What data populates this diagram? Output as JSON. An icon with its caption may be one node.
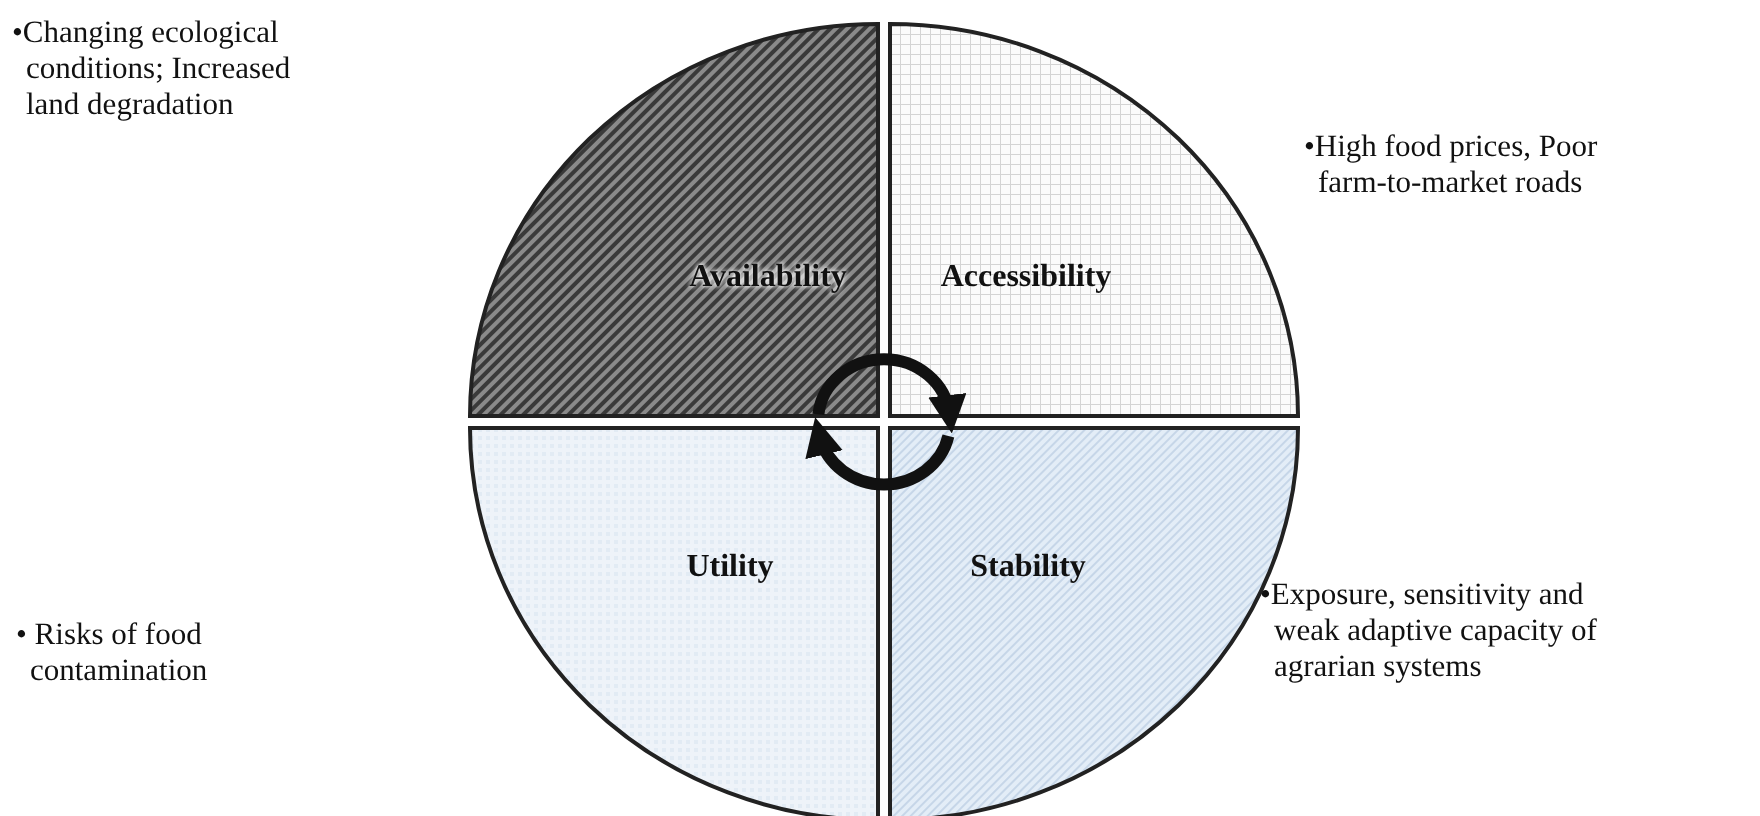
{
  "diagram": {
    "nodes": [
      {
        "text": [
          "Availability"
        ]
      },
      {
        "text": [
          "Accessibility"
        ]
      },
      {
        "text": [
          "Utility"
        ]
      },
      {
        "text": [
          "Stability"
        ]
      }
    ],
    "edges": [
      {
        "from": 0,
        "to": 1,
        "arrow": "to"
      },
      {
        "from": 3,
        "to": 2,
        "arrow": "to"
      }
    ],
    "labels": [
      "•Changing ecological conditions; Increased land degradation",
      "•High food prices, Poor farm-to-market roads",
      "• Risks of food contamination",
      "•Exposure, sensitivity and weak adaptive capacity of agrarian systems"
    ]
  }
}
